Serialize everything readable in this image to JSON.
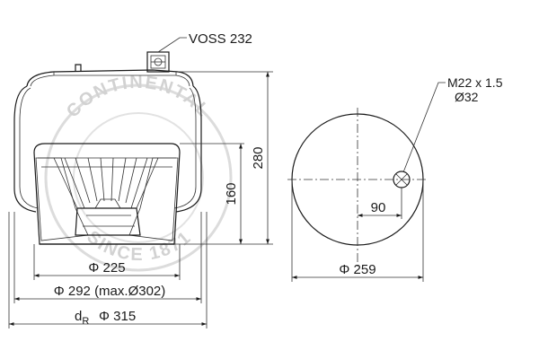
{
  "callouts": {
    "valve_label": "VOSS 232",
    "thread_label": "M22 x 1.5",
    "thread_diameter": "Ø32"
  },
  "dimensions": {
    "height_total": "280",
    "height_piston": "160",
    "piston_diameter": "Φ 225",
    "bellow_diameter": "Φ 292 (max.Ø302)",
    "rated_diameter_prefix": "d",
    "rated_diameter_sub": "R",
    "rated_diameter_value": "Φ 315",
    "plate_diameter": "Φ 259",
    "offset": "90"
  },
  "watermark": {
    "brand": "CONTINENTAL",
    "since": "SINCE 1871"
  }
}
